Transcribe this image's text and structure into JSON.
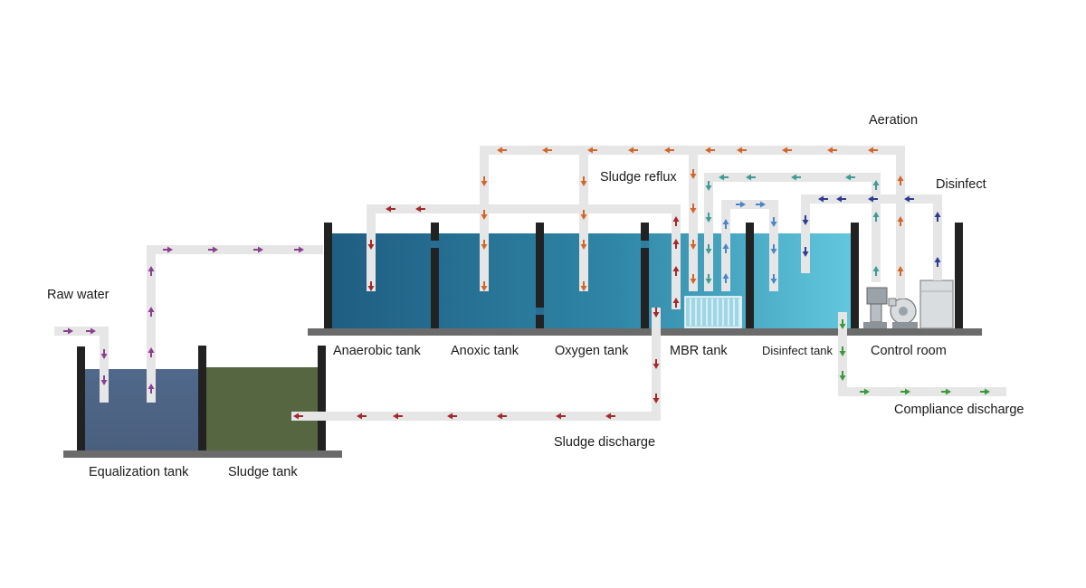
{
  "labels": {
    "raw_water": "Raw water",
    "equalization_tank": "Equalization tank",
    "sludge_tank": "Sludge tank",
    "anaerobic_tank": "Anaerobic  tank",
    "anoxic_tank": "Anoxic tank",
    "oxygen_tank": "Oxygen tank",
    "mbr_tank": "MBR tank",
    "disinfect_tank": "Disinfect tank",
    "control_room": "Control room",
    "aeration": "Aeration",
    "sludge_reflux": "Sludge reflux",
    "disinfect": "Disinfect",
    "compliance_discharge": "Compliance discharge",
    "sludge_discharge": "Sludge discharge"
  },
  "colors": {
    "raw_water_arrows": "#8a3f8f",
    "sludge_arrows": "#a32a2a",
    "aeration_arrows": "#d2662a",
    "mbr_cycle_arrows": "#3f9b96",
    "mbr_inner_arrows": "#4a86c5",
    "disinfect_arrows": "#2d3c8e",
    "discharge_arrows": "#3a9a3a",
    "pipe": "#e6e6e6",
    "equalization_water": "#4d6487",
    "sludge_water": "#556640",
    "main_water_left": "#1f5d82",
    "main_water_right": "#5fc5dc",
    "walls": "#222222",
    "base": "#6b6b6b"
  }
}
